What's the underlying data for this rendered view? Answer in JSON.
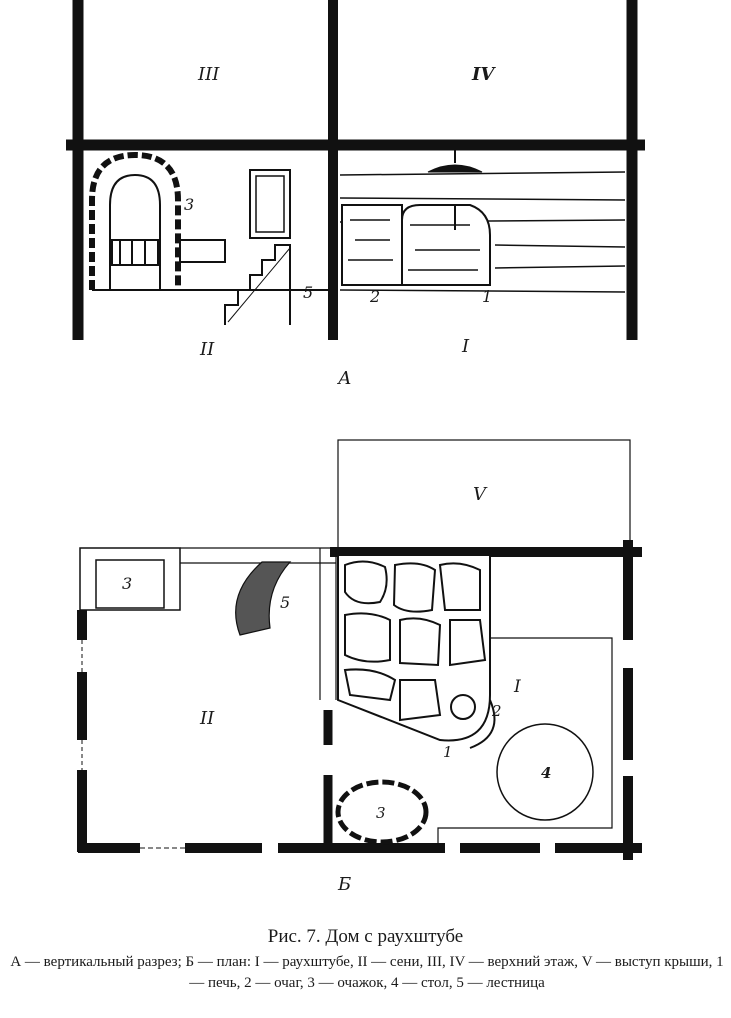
{
  "figure": {
    "section_a": {
      "label": "А",
      "rooms": {
        "upper_left": "III",
        "upper_right": "IV",
        "lower_left": "II",
        "lower_right": "I"
      },
      "marks": {
        "oven_small": "3",
        "stairs": "5",
        "hearth": "2",
        "stove": "1"
      }
    },
    "plan_b": {
      "label": "Б",
      "rooms": {
        "roof": "V",
        "hall": "II",
        "smoke_room": "I"
      },
      "marks": {
        "step": "3",
        "stairs": "5",
        "stove": "1",
        "hearth": "2",
        "small_hearth": "3",
        "table": "4"
      }
    }
  },
  "caption": {
    "title": "Рис. 7. Дом с раухштубе",
    "legend": "А — вертикальный разрез; Б — план: I — раухштубе, II — сени, III, IV — верхний этаж, V — выступ крыши, 1 — печь, 2 — очаг, 3 — очажок, 4 — стол, 5 — лестница"
  }
}
